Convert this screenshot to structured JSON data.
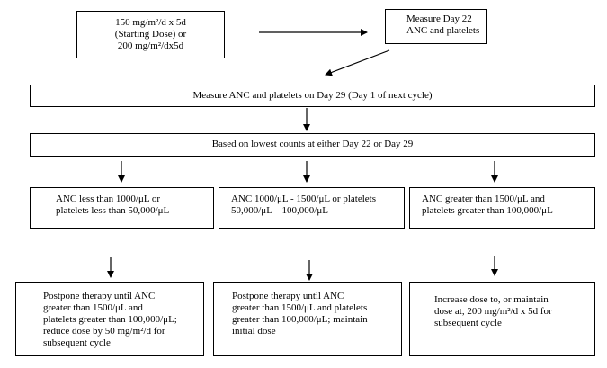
{
  "boxes": {
    "start": [
      "150 mg/m²/d x 5d",
      "(Starting Dose) or",
      "200 mg/m²/dx5d"
    ],
    "day22": [
      "Measure Day 22",
      "ANC and platelets"
    ],
    "day29": "Measure ANC and platelets on Day 29 (Day 1 of next cycle)",
    "lowest": "Based on lowest counts at either Day 22 or Day 29",
    "cond_low": [
      "ANC less than 1000/μL or",
      "platelets less than 50,000/μL"
    ],
    "cond_mid": [
      "ANC 1000/μL - 1500/μL or platelets",
      "50,000/μL – 100,000/μL"
    ],
    "cond_high": [
      "ANC greater than 1500/μL and",
      "platelets greater than 100,000/μL"
    ],
    "action_low": [
      "Postpone therapy until ANC",
      "greater than 1500/μL and",
      "platelets greater than 100,000/μL;",
      "reduce dose by 50 mg/m²/d for",
      "subsequent cycle"
    ],
    "action_mid": [
      "Postpone therapy until ANC",
      "greater than 1500/μL and platelets",
      "greater than 100,000/μL; maintain",
      "initial dose"
    ],
    "action_high": [
      "Increase dose to, or maintain",
      "dose at, 200 mg/m²/d x 5d for",
      "subsequent cycle"
    ]
  }
}
